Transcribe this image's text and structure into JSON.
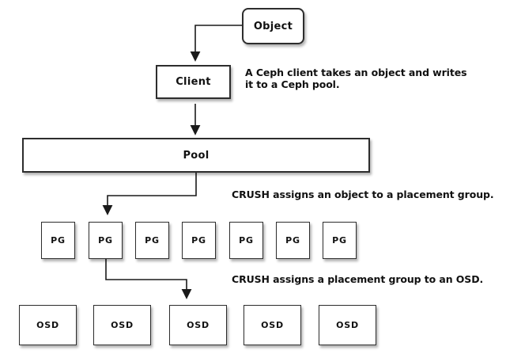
{
  "nodes": {
    "object": {
      "label": "Object"
    },
    "client": {
      "label": "Client"
    },
    "pool": {
      "label": "Pool"
    },
    "pgs": [
      {
        "label": "PG"
      },
      {
        "label": "PG"
      },
      {
        "label": "PG"
      },
      {
        "label": "PG"
      },
      {
        "label": "PG"
      },
      {
        "label": "PG"
      },
      {
        "label": "PG"
      }
    ],
    "osds": [
      {
        "label": "OSD"
      },
      {
        "label": "OSD"
      },
      {
        "label": "OSD"
      },
      {
        "label": "OSD"
      },
      {
        "label": "OSD"
      }
    ]
  },
  "annotations": {
    "client_note": "A Ceph client takes an object and writes\nit to a Ceph pool.",
    "crush_pg_note": "CRUSH assigns an object to a placement group.",
    "crush_osd_note": "CRUSH assigns a placement group to an OSD."
  },
  "colors": {
    "border": "#2d2d2d",
    "arrow": "#1a1a1a",
    "text": "#111111",
    "background": "#ffffff",
    "shadow": "#aaaaaa"
  }
}
